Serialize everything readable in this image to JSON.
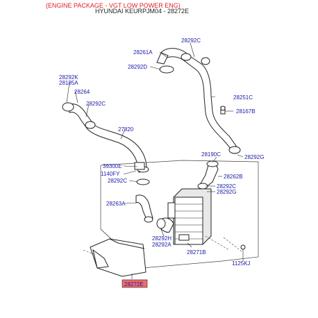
{
  "header": {
    "package_line": "(ENGINE PACKAGE - VGT LOW POWER ENG)",
    "catalog_line": "HYUNDAI KEURPJM04 - 28272E"
  },
  "labels": {
    "p28292C_top": "28292C",
    "p28261A": "28261A",
    "p28292D": "28292D",
    "p28292K": "28292K",
    "p28185A": "28185A",
    "p28264": "28264",
    "p28292C_left": "28292C",
    "p28251C": "28251C",
    "p28167B": "28167B",
    "p27820": "27820",
    "p28190C": "28190C",
    "p28292G_right": "28292G",
    "p39300E": "39300E",
    "p1140FY": "1140FY",
    "p28292C_mid": "28292C",
    "p28262B": "28262B",
    "p28292C_r2": "28292C",
    "p28292G_r2": "28292G",
    "p28263A": "28263A",
    "p28292H": "28292H",
    "p28292A": "28292A",
    "p28271B": "28271B",
    "p1125KJ": "1125KJ",
    "p28272E": "28272E"
  },
  "colors": {
    "header_red": "#e0202a",
    "label_blue": "#1a1aa8",
    "highlight_fill": "#f26b6b",
    "line": "#222222"
  }
}
